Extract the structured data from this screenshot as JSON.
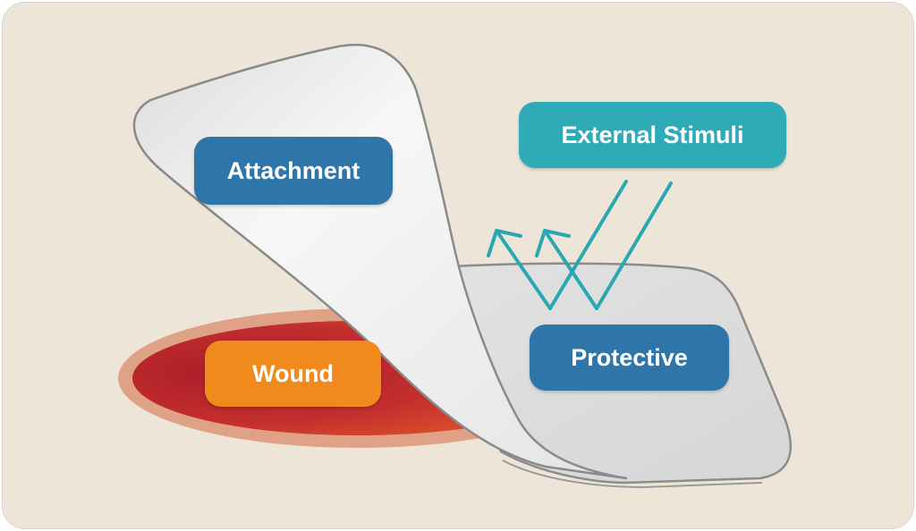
{
  "labels": {
    "attachment": "Attachment",
    "wound": "Wound",
    "protective": "Protective",
    "external_stimuli": "External Stimuli"
  },
  "colors": {
    "background": "#ede6d8",
    "blue_label": "#2e76aa",
    "orange_label": "#f08a1c",
    "teal_label": "#2faab7",
    "teal_arrow": "#2aa8b2",
    "wound_inner": "#b3222c",
    "wound_outer": "#e0a287",
    "dressing": "#e6e6e6"
  },
  "icons": {
    "incoming_stimuli": "diagonal-line-arrows-down",
    "reflected_stimuli": "diagonal-arrows-up"
  }
}
